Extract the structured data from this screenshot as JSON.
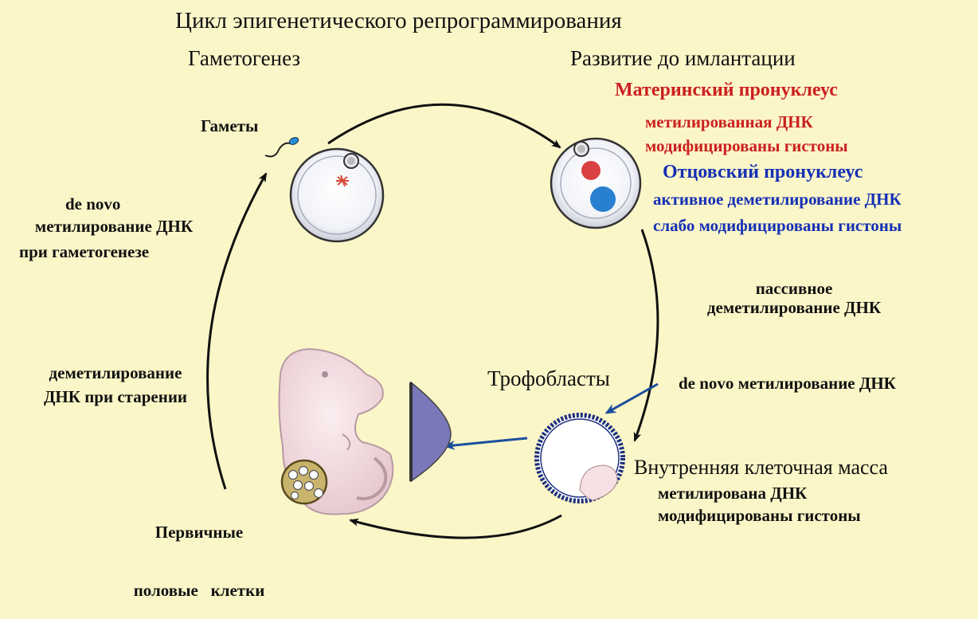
{
  "title": "Цикл эпигенетического репрограммирования",
  "sections": {
    "gametogenesis": "Гаметогенез",
    "preimplantation": "Развитие до имлантации"
  },
  "gametes_label": "Гаметы",
  "maternal": {
    "title": "Материнский пронуклеус",
    "line1": "метилированная ДНК",
    "line2": "модифицированы гистоны"
  },
  "paternal": {
    "title": "Отцовский пронуклеус",
    "line1": "активное деметилирование ДНК",
    "line2": "слабо модифицированы гистоны"
  },
  "passive_demethylation": {
    "line1": "пассивное",
    "line2": "деметилирование ДНК"
  },
  "trophoblasts": "Трофобласты",
  "de_novo_right": "de novo метилирование ДНК",
  "icm": {
    "title": "Внутренняя клеточная масса",
    "line1": "метилирована ДНК",
    "line2": "модифицированы гистоны"
  },
  "primordial": {
    "line1": "Первичные",
    "line2": "половые   клетки"
  },
  "aging": {
    "line1": "деметилирование",
    "line2": "ДНК при старении"
  },
  "de_novo_left": {
    "line1": "de novo",
    "line2": "метилирование ДНК",
    "line3": "при гаметогенезе"
  },
  "colors": {
    "background": "#fbf6c8",
    "maternal": "#cc1f1f",
    "paternal": "#1530b5",
    "pronucleus_red": "#d94040",
    "pronucleus_blue": "#2a80d0",
    "arrow_black": "#111111",
    "arrow_blue": "#1a4f9c",
    "placenta": "#7a78b8"
  }
}
